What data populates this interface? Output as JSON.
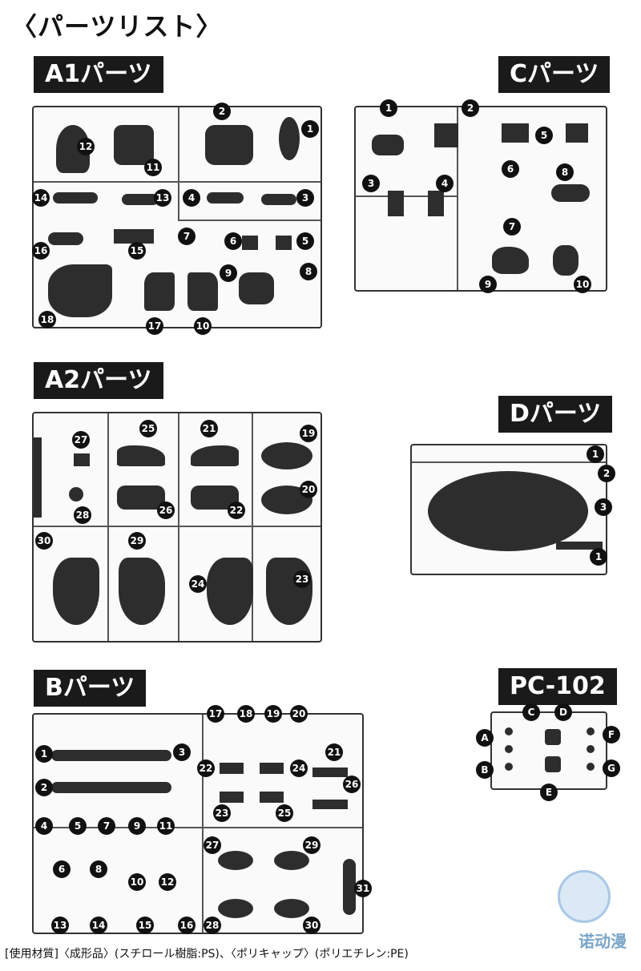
{
  "title": "〈パーツリスト〉",
  "sections": {
    "a1": {
      "label": "A1パーツ",
      "callouts": [
        "1",
        "2",
        "3",
        "4",
        "5",
        "6",
        "7",
        "8",
        "9",
        "10",
        "11",
        "12",
        "13",
        "14",
        "15",
        "16",
        "17",
        "18"
      ]
    },
    "c": {
      "label": "Cパーツ",
      "callouts": [
        "1",
        "2",
        "3",
        "4",
        "5",
        "6",
        "7",
        "8",
        "9",
        "10"
      ]
    },
    "a2": {
      "label": "A2パーツ",
      "callouts": [
        "19",
        "20",
        "21",
        "22",
        "23",
        "24",
        "25",
        "26",
        "27",
        "28",
        "29",
        "30"
      ]
    },
    "d": {
      "label": "Dパーツ",
      "callouts": [
        "1",
        "2",
        "3",
        "1"
      ]
    },
    "b": {
      "label": "Bパーツ",
      "callouts": [
        "1",
        "2",
        "3",
        "4",
        "5",
        "6",
        "7",
        "8",
        "9",
        "10",
        "11",
        "12",
        "13",
        "14",
        "15",
        "16",
        "17",
        "18",
        "19",
        "20",
        "21",
        "22",
        "23",
        "24",
        "25",
        "26",
        "27",
        "28",
        "29",
        "30",
        "31"
      ]
    },
    "pc": {
      "label": "PC-102",
      "callouts": [
        "A",
        "B",
        "C",
        "D",
        "E",
        "F",
        "G"
      ]
    }
  },
  "footer": "[使用材質]〈成形品〉(スチロール樹脂:PS)、〈ポリキャップ〉(ポリエチレン:PE)",
  "watermark": "诺动漫"
}
